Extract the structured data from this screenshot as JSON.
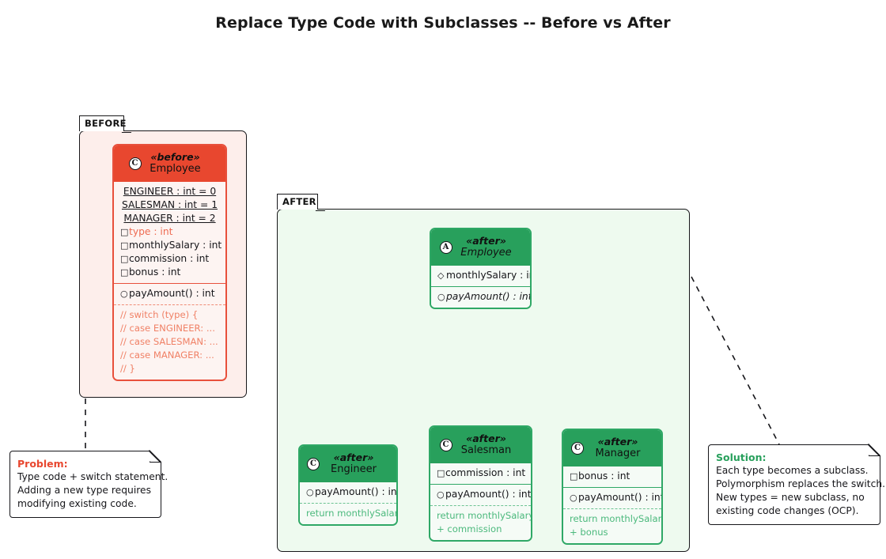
{
  "title": "Replace Type Code with Subclasses -- Before vs After",
  "colors": {
    "red_header": "#e8472f",
    "red_border": "#e8503c",
    "red_fill": "#fdeeeb",
    "green_header": "#28a05c",
    "green_border": "#2fa866",
    "green_fill": "#eefaef",
    "outline": "#16161a"
  },
  "packages": {
    "before": {
      "label": "BEFORE"
    },
    "after": {
      "label": "AFTER"
    }
  },
  "classes": {
    "employee_before": {
      "badge": "C",
      "stereotype": "«before»",
      "name": "Employee",
      "constants": [
        "ENGINEER : int = 0",
        "SALESMAN : int = 1",
        "MANAGER : int = 2"
      ],
      "attributes": [
        {
          "vis": "□",
          "text": "type : int",
          "highlight": true
        },
        {
          "vis": "□",
          "text": "monthlySalary : int",
          "highlight": false
        },
        {
          "vis": "□",
          "text": "commission : int",
          "highlight": false
        },
        {
          "vis": "□",
          "text": "bonus : int",
          "highlight": false
        }
      ],
      "methods": [
        {
          "vis": "○",
          "text": "payAmount() : int"
        }
      ],
      "code": [
        "// switch (type) {",
        "//   case ENGINEER: ...",
        "//   case SALESMAN: ...",
        "//   case MANAGER:  ...",
        "// }"
      ]
    },
    "employee_after": {
      "badge": "A",
      "stereotype": "«after»",
      "name": "Employee",
      "attributes": [
        {
          "vis": "◇",
          "text": "monthlySalary : int"
        }
      ],
      "methods": [
        {
          "vis": "○",
          "text": "payAmount() : int"
        }
      ]
    },
    "engineer": {
      "badge": "C",
      "stereotype": "«after»",
      "name": "Engineer",
      "attributes": [],
      "methods": [
        {
          "vis": "○",
          "text": "payAmount() : int"
        }
      ],
      "code": [
        "return monthlySalary"
      ]
    },
    "salesman": {
      "badge": "C",
      "stereotype": "«after»",
      "name": "Salesman",
      "attributes": [
        {
          "vis": "□",
          "text": "commission : int"
        }
      ],
      "methods": [
        {
          "vis": "○",
          "text": "payAmount() : int"
        }
      ],
      "code": [
        "return monthlySalary",
        "  + commission"
      ]
    },
    "manager": {
      "badge": "C",
      "stereotype": "«after»",
      "name": "Manager",
      "attributes": [
        {
          "vis": "□",
          "text": "bonus : int"
        }
      ],
      "methods": [
        {
          "vis": "○",
          "text": "payAmount() : int"
        }
      ],
      "code": [
        "return monthlySalary",
        "  + bonus"
      ]
    }
  },
  "notes": {
    "problem": {
      "title": "Problem:",
      "lines": [
        "Type code + switch statement.",
        "Adding a new type requires",
        "modifying existing code."
      ]
    },
    "solution": {
      "title": "Solution:",
      "lines": [
        "Each type becomes a subclass.",
        "Polymorphism replaces the switch.",
        "New types = new subclass, no",
        "existing code changes (OCP)."
      ]
    }
  }
}
